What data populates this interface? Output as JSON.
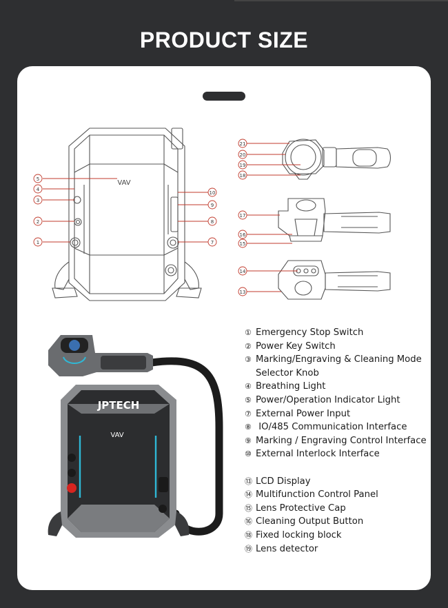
{
  "header": {
    "title": "PRODUCT SIZE"
  },
  "diagram_labels": {
    "backpack": [
      "5",
      "4",
      "3",
      "2",
      "1",
      "10",
      "9",
      "8",
      "7"
    ],
    "handle_top": [
      "21",
      "20",
      "19",
      "18"
    ],
    "handle_side": [
      "17",
      "16",
      "15"
    ],
    "handle_bottom": [
      "14",
      "13"
    ],
    "emblem": "VAV"
  },
  "product": {
    "brand": "JPTECH",
    "emblem": "VAV"
  },
  "legend": {
    "group1": [
      {
        "num": "①",
        "text": "Emergency Stop Switch"
      },
      {
        "num": "②",
        "text": "Power Key Switch"
      },
      {
        "num": "③",
        "text": "Marking/Engraving & Cleaning Mode"
      },
      {
        "num": "",
        "text": "Selector Knob"
      },
      {
        "num": "④",
        "text": "Breathing Light"
      },
      {
        "num": "⑤",
        "text": "Power/Operation Indicator Light"
      },
      {
        "num": "⑦",
        "text": "External Power Input"
      },
      {
        "num": "⑧",
        "text": " IO/485 Communication Interface"
      },
      {
        "num": "⑨",
        "text": "Marking / Engraving Control Interface"
      },
      {
        "num": "⑩",
        "text": "External Interlock Interface"
      }
    ],
    "group2": [
      {
        "num": "⑬",
        "text": "LCD Display"
      },
      {
        "num": "⑭",
        "text": "Multifunction Control Panel"
      },
      {
        "num": "⑮",
        "text": "Lens Protective Cap"
      },
      {
        "num": "⑯",
        "text": "Cleaning Output Button"
      },
      {
        "num": "⑱",
        "text": "Fixed locking block"
      },
      {
        "num": "⑲",
        "text": "Lens detector"
      }
    ]
  },
  "colors": {
    "background": "#2e2f31",
    "card": "#ffffff",
    "callout": "#c0392b",
    "accent": "#2fb8d6",
    "stop": "#d6241f"
  }
}
